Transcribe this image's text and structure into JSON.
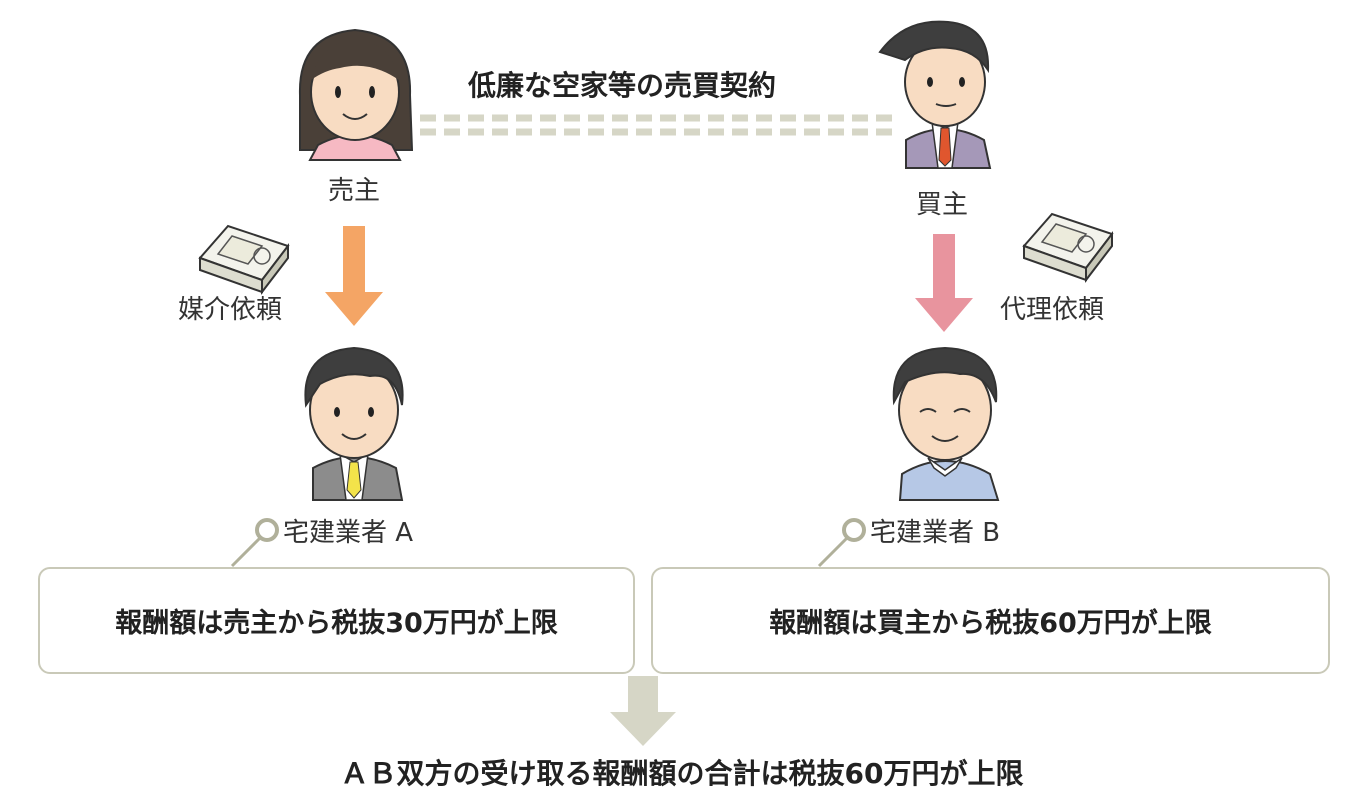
{
  "contract_label": "低廉な空家等の売買契約",
  "seller": {
    "label": "売主"
  },
  "buyer": {
    "label": "買主"
  },
  "seller_request": "媒介依頼",
  "buyer_request": "代理依頼",
  "agent_a": {
    "label": "宅建業者 A",
    "fee_text": "報酬額は売主から税抜30万円が上限"
  },
  "agent_b": {
    "label": "宅建業者 B",
    "fee_text": "報酬額は買主から税抜60万円が上限"
  },
  "conclusion": "ＡＢ双方の受け取る報酬額の合計は税抜60万円が上限",
  "colors": {
    "seller_arrow": "#f4a565",
    "buyer_arrow": "#e8949e",
    "dashed_line": "#d6d6c6",
    "connector": "#b0b09a"
  }
}
